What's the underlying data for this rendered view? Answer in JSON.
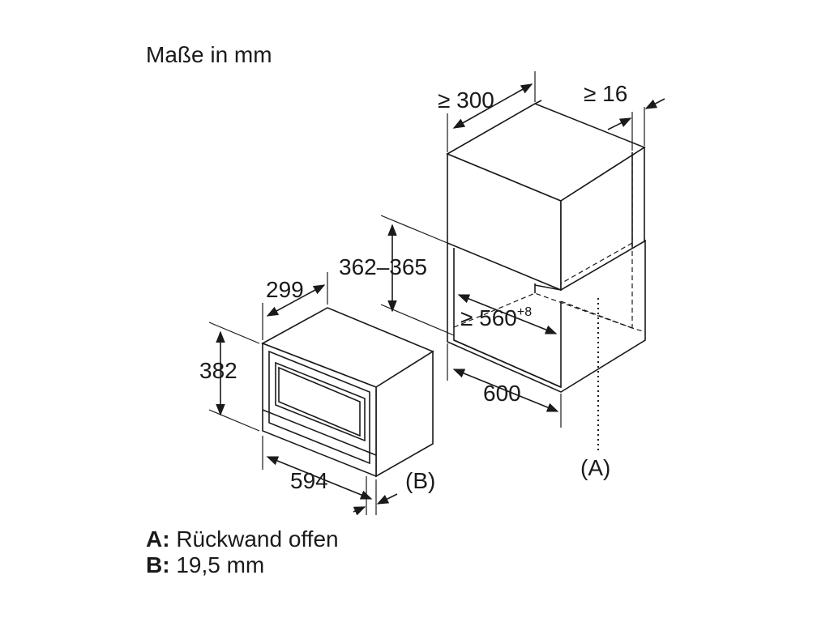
{
  "units_title": "Maße in mm",
  "dimensions": {
    "cabinet_depth": "≥ 300",
    "back_gap": "≥ 16",
    "niche_height": "362–365",
    "niche_width": "≥ 560",
    "niche_width_tolerance": "+8",
    "cabinet_width": "600",
    "appliance_depth": "299",
    "appliance_height": "382",
    "appliance_width": "594"
  },
  "markers": {
    "a": "(A)",
    "b": "(B)"
  },
  "legend": [
    {
      "key": "A:",
      "text": "Rückwand offen"
    },
    {
      "key": "B:",
      "text": "19,5 mm"
    }
  ]
}
